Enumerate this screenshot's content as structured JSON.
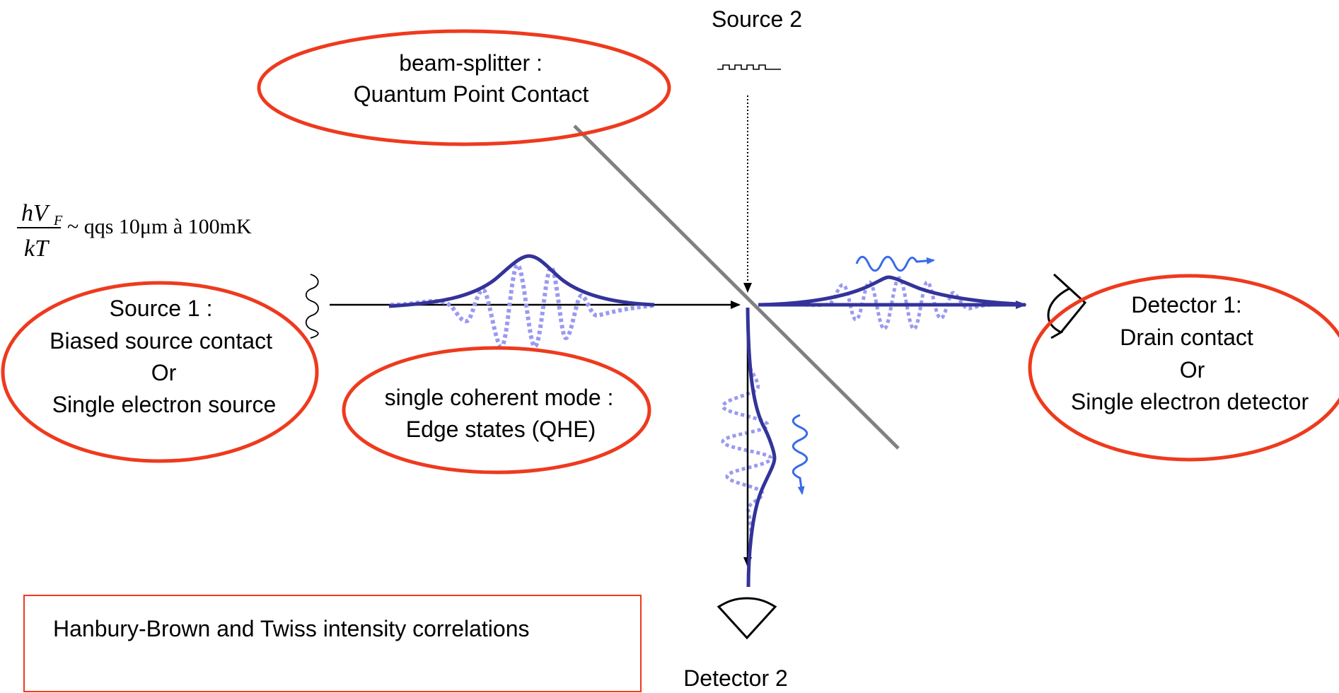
{
  "colors": {
    "ellipse_stroke": "#ee3a1e",
    "beam_splitter": "#808080",
    "envelope": "#33339a",
    "oscillation": "#9a9af0",
    "photon_arrow": "#3a6ae8",
    "axis": "#000000",
    "caption_border": "#ee3a1e"
  },
  "labels": {
    "source2": "Source 2",
    "detector2": "Detector 2",
    "beam_splitter": [
      "beam-splitter :",
      "Quantum Point Contact"
    ],
    "source1": [
      "Source 1 :",
      "Biased source contact",
      "Or",
      "Single electron source"
    ],
    "mode": [
      "single coherent mode :",
      "Edge states (QHE)"
    ],
    "detector1": [
      "Detector 1:",
      "Drain contact",
      "Or",
      "Single electron detector"
    ],
    "caption": "Hanbury-Brown and Twiss intensity correlations"
  },
  "formula": {
    "numerator_h": "h",
    "numerator_v": "V",
    "numerator_sub": "F",
    "denominator": "kT",
    "rest": "~ qqs 10μm à 100mK"
  },
  "icons": {
    "source1_symbol": "wavy-bracket-icon",
    "source2_symbol": "square-pulse-icon",
    "detector1_symbol": "detector-cup-icon",
    "detector2_symbol": "detector-cup-icon",
    "photon_right": "wavy-arrow-icon",
    "photon_down": "wavy-arrow-icon"
  }
}
